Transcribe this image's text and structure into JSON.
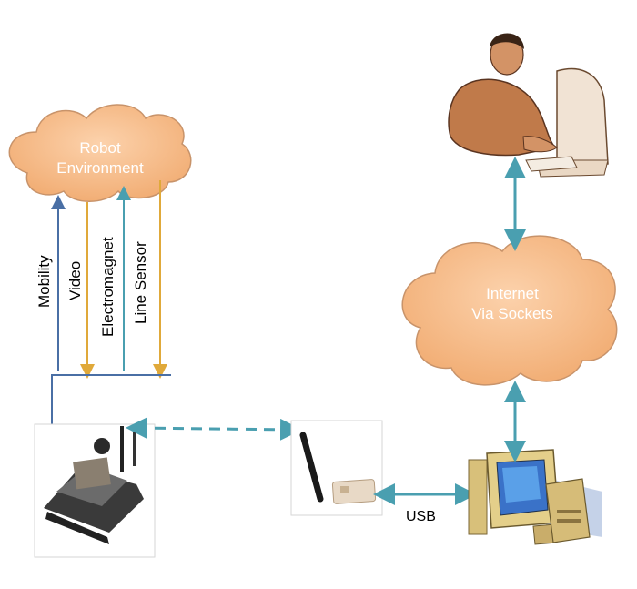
{
  "robot_cloud": {
    "line1": "Robot",
    "line2": "Environment"
  },
  "internet_cloud": {
    "line1": "Internet",
    "line2": "Via Sockets"
  },
  "signals": [
    {
      "label": "Mobility",
      "color": "#4a6fa5"
    },
    {
      "label": "Video",
      "color": "#d9a23a"
    },
    {
      "label": "Electromagnet",
      "color": "#4a6fa5"
    },
    {
      "label": "Line Sensor",
      "color": "#4a9fb0"
    }
  ],
  "connection_label": "USB",
  "colors": {
    "cloud_fill": "#f5b57f",
    "cloud_stroke": "#c8936a",
    "arrow_teal": "#4a9fb0",
    "bus_blue": "#4a6fa5",
    "amber": "#e0a93a"
  }
}
